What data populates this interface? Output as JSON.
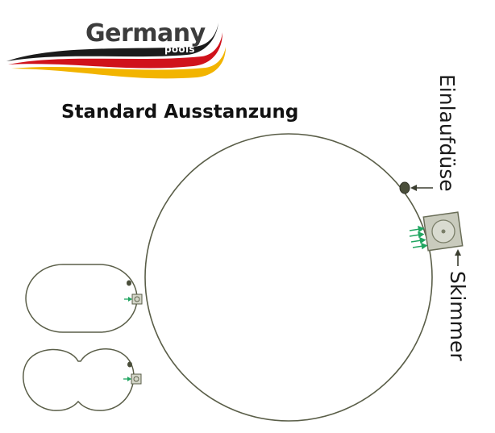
{
  "logo": {
    "name": "Germany",
    "sub": "pools"
  },
  "title": "Standard Ausstanzung",
  "labels": {
    "inlet": "Einlaufdüse",
    "skimmer": "Skimmer"
  },
  "colors": {
    "outline": "#5a5e48",
    "arrow": "#1fa560",
    "flag_black": "#1b1b1b",
    "flag_red": "#d0121b",
    "flag_gold": "#f2b400"
  },
  "icons": [
    "skimmer-icon",
    "inlet-nozzle-icon",
    "flow-arrow-icon"
  ]
}
